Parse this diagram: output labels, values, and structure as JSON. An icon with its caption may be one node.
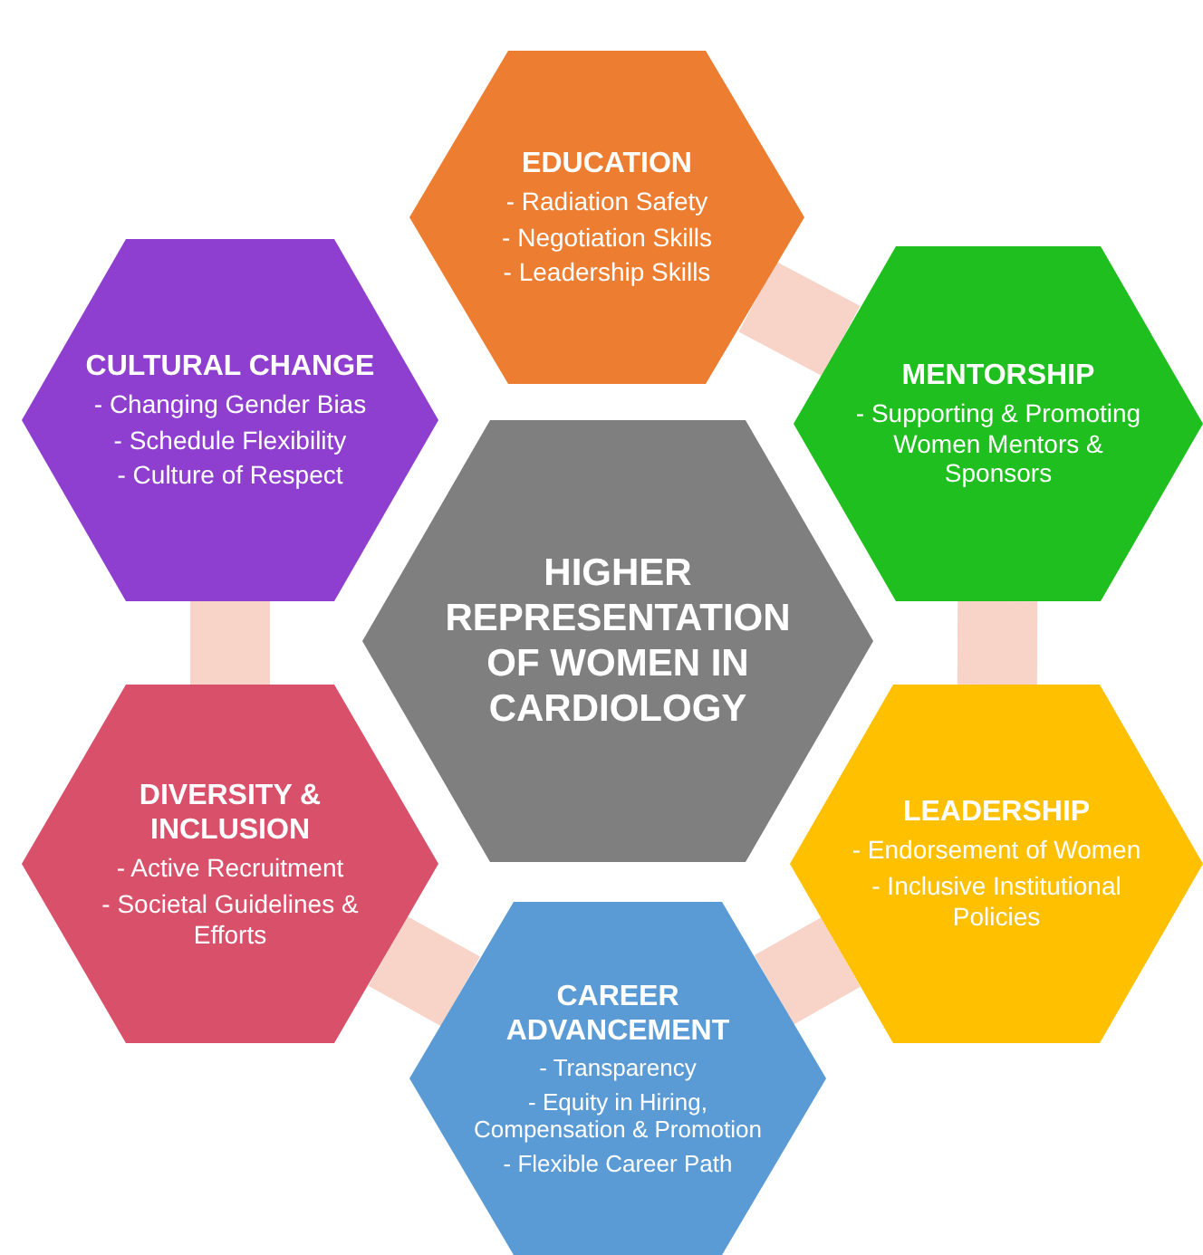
{
  "diagram": {
    "nodes": [
      {
        "text": [
          "EDUCATION",
          "- Radiation Safety",
          "- Negotiation Skills",
          "- Leadership Skills"
        ]
      },
      {
        "text": [
          "CULTURAL CHANGE",
          "- Changing Gender Bias",
          "- Schedule Flexibility",
          "- Culture of Respect"
        ]
      },
      {
        "text": [
          "MENTORSHIP",
          "- Supporting & Promoting Women Mentors & Sponsors"
        ]
      },
      {
        "text": [
          "HIGHER REPRESENTATION OF WOMEN IN CARDIOLOGY"
        ]
      },
      {
        "text": [
          "DIVERSITY & INCLUSION",
          "- Active Recruitment",
          "- Societal Guidelines & Efforts"
        ]
      },
      {
        "text": [
          "LEADERSHIP",
          "- Endorsement of Women",
          "- Inclusive Institutional Policies"
        ]
      },
      {
        "text": [
          "CAREER ADVANCEMENT",
          "- Transparency",
          "- Equity in Hiring, Compensation & Promotion",
          "- Flexible Career Path"
        ]
      }
    ],
    "edges": [
      {
        "from": 0,
        "to": 2,
        "arrow": "none"
      },
      {
        "from": 1,
        "to": 4,
        "arrow": "none"
      },
      {
        "from": 2,
        "to": 5,
        "arrow": "none"
      },
      {
        "from": 4,
        "to": 6,
        "arrow": "none"
      },
      {
        "from": 5,
        "to": 6,
        "arrow": "none"
      }
    ]
  }
}
